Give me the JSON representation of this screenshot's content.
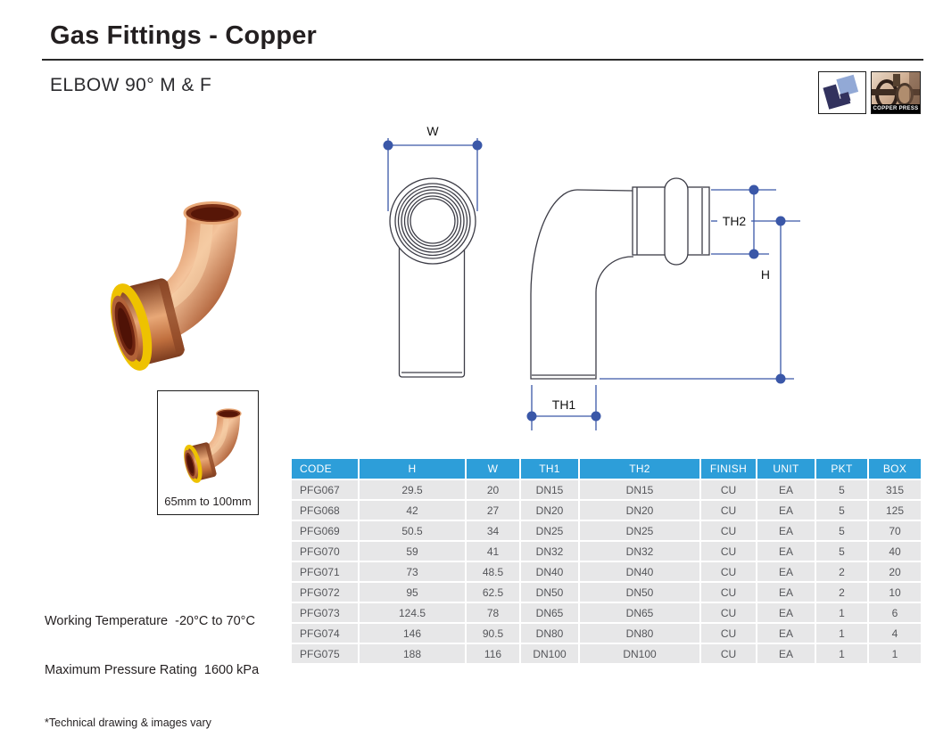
{
  "header": {
    "title": "Gas Fittings - Copper",
    "subtitle": "ELBOW 90° M & F",
    "copper_press_label": "COPPER PRESS"
  },
  "thumbnail": {
    "caption": "65mm to 100mm"
  },
  "drawing_labels": {
    "w": "W",
    "th1": "TH1",
    "th2": "TH2",
    "h": "H"
  },
  "notes": {
    "working_temperature": "Working Temperature  -20°C to 70°C",
    "pressure_rating": "Maximum Pressure Rating  1600 kPa",
    "disclaimer": "*Technical drawing & images vary"
  },
  "table": {
    "headers": [
      "CODE",
      "H",
      "W",
      "TH1",
      "TH2",
      "FINISH",
      "UNIT",
      "PKT",
      "BOX"
    ],
    "rows": [
      [
        "PFG067",
        "29.5",
        "20",
        "DN15",
        "DN15",
        "CU",
        "EA",
        "5",
        "315"
      ],
      [
        "PFG068",
        "42",
        "27",
        "DN20",
        "DN20",
        "CU",
        "EA",
        "5",
        "125"
      ],
      [
        "PFG069",
        "50.5",
        "34",
        "DN25",
        "DN25",
        "CU",
        "EA",
        "5",
        "70"
      ],
      [
        "PFG070",
        "59",
        "41",
        "DN32",
        "DN32",
        "CU",
        "EA",
        "5",
        "40"
      ],
      [
        "PFG071",
        "73",
        "48.5",
        "DN40",
        "DN40",
        "CU",
        "EA",
        "2",
        "20"
      ],
      [
        "PFG072",
        "95",
        "62.5",
        "DN50",
        "DN50",
        "CU",
        "EA",
        "2",
        "10"
      ],
      [
        "PFG073",
        "124.5",
        "78",
        "DN65",
        "DN65",
        "CU",
        "EA",
        "1",
        "6"
      ],
      [
        "PFG074",
        "146",
        "90.5",
        "DN80",
        "DN80",
        "CU",
        "EA",
        "1",
        "4"
      ],
      [
        "PFG075",
        "188",
        "116",
        "DN100",
        "DN100",
        "CU",
        "EA",
        "1",
        "1"
      ]
    ]
  },
  "colors": {
    "table_header_bg": "#2D9ED9",
    "table_row_bg": "#E7E7E8",
    "dimension_blue": "#3A57A8",
    "copper": "#C97B4A",
    "gas_ring_yellow": "#EEC200",
    "logo_navy": "#32325E",
    "logo_light_blue": "#92A9D6"
  }
}
